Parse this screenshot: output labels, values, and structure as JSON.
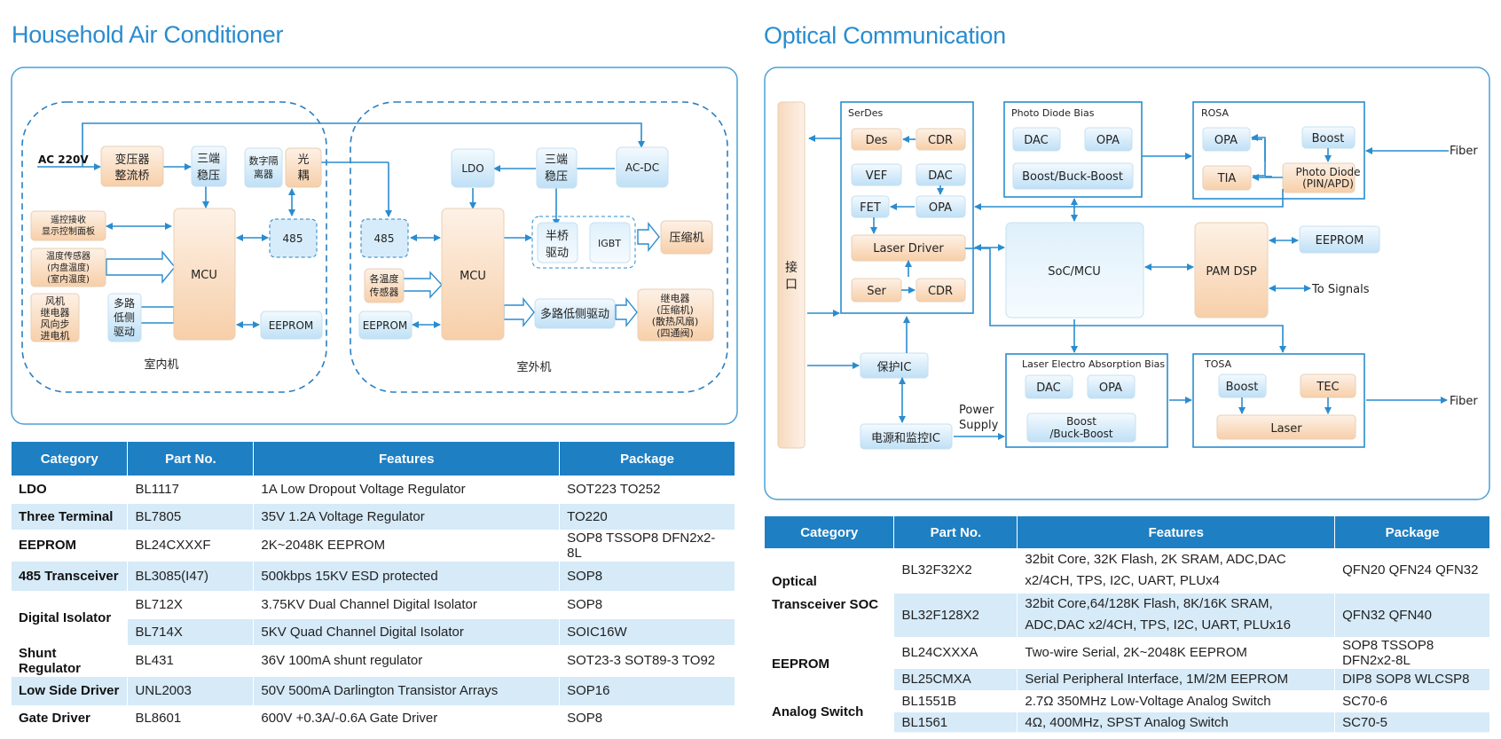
{
  "left_title": "Household Air Conditioner",
  "right_title": "Optical Communication",
  "ac": {
    "ac220": "AC 220V",
    "transformer": [
      "变压器",
      "整流桥"
    ],
    "reg3_l": [
      "三端",
      "稳压"
    ],
    "digiso": [
      "数字隔",
      "离器"
    ],
    "opto": [
      "光",
      "耦"
    ],
    "remote": [
      "遥控接收",
      "显示控制面板"
    ],
    "temp": [
      "温度传感器",
      "(内盘温度)",
      "(室内温度)"
    ],
    "fan": [
      "风机",
      "继电器",
      "风向步",
      "进电机"
    ],
    "multi_l": [
      "多路",
      "低侧",
      "驱动"
    ],
    "mcu_l": "MCU",
    "r485_l": "485",
    "eeprom_l": "EEPROM",
    "indoor": "室内机",
    "ldo": "LDO",
    "reg3_r": [
      "三端",
      "稳压"
    ],
    "acdc": "AC-DC",
    "r485_r": "485",
    "mcu_r": "MCU",
    "half": [
      "半桥",
      "驱动"
    ],
    "igbt": "IGBT",
    "compressor": "压缩机",
    "sensors": [
      "各温度",
      "传感器"
    ],
    "eeprom_r": "EEPROM",
    "multi_r": "多路低侧驱动",
    "relay": [
      "继电器",
      "(压缩机)",
      "(散热风扇)",
      "(四通阀)"
    ],
    "outdoor": "室外机"
  },
  "oc": {
    "iface": [
      "接",
      "口"
    ],
    "serdes": "SerDes",
    "des": "Des",
    "cdr1": "CDR",
    "vef": "VEF",
    "dac1": "DAC",
    "fet": "FET",
    "opa1": "OPA",
    "ld": "Laser Driver",
    "ser": "Ser",
    "cdr2": "CDR",
    "pdb": "Photo Diode Bias",
    "dac2": "DAC",
    "opa2": "OPA",
    "bb1": "Boost/Buck-Boost",
    "rosa": "ROSA",
    "opa3": "OPA",
    "boost1": "Boost",
    "tia": "TIA",
    "pd": [
      "Photo Diode",
      "(PIN/APD)"
    ],
    "fiber1": "Fiber",
    "soc": "SoC/MCU",
    "pam": "PAM DSP",
    "eeprom": "EEPROM",
    "tosig": "To Signals",
    "prot": "保护IC",
    "pwr": "电源和监控IC",
    "ps": [
      "Power",
      "Supply"
    ],
    "leab": "Laser Electro Absorption Bias",
    "dac3": "DAC",
    "opa4": "OPA",
    "bb2": [
      "Boost",
      "/Buck-Boost"
    ],
    "tosa": "TOSA",
    "boost2": "Boost",
    "tec": "TEC",
    "laser": "Laser",
    "fiber2": "Fiber"
  },
  "left_table": {
    "headers": [
      "Category",
      "Part No.",
      "Features",
      "Package"
    ],
    "rows": [
      {
        "cat": "LDO",
        "part": "BL1117",
        "feat": "1A Low Dropout Voltage Regulator",
        "pkg": "SOT223 TO252"
      },
      {
        "cat": "Three Terminal",
        "part": "BL7805",
        "feat": "35V 1.2A Voltage Regulator",
        "pkg": "TO220"
      },
      {
        "cat": "EEPROM",
        "part": "BL24CXXXF",
        "feat": "2K~2048K EEPROM",
        "pkg": "SOP8 TSSOP8 DFN2x2-8L"
      },
      {
        "cat": "485 Transceiver",
        "part": "BL3085(I47)",
        "feat": "500kbps 15KV ESD protected",
        "pkg": "SOP8"
      },
      {
        "cat": "Digital Isolator",
        "part": "BL712X",
        "feat": "3.75KV Dual Channel Digital Isolator",
        "pkg": "SOP8"
      },
      {
        "cat": "",
        "part": "BL714X",
        "feat": "5KV Quad Channel Digital Isolator",
        "pkg": "SOIC16W"
      },
      {
        "cat": "Shunt Regulator",
        "part": "BL431",
        "feat": "36V 100mA shunt regulator",
        "pkg": "SOT23-3 SOT89-3 TO92"
      },
      {
        "cat": "Low Side Driver",
        "part": "UNL2003",
        "feat": "50V 500mA Darlington Transistor Arrays",
        "pkg": "SOP16"
      },
      {
        "cat": "Gate Driver",
        "part": "BL8601",
        "feat": "600V +0.3A/-0.6A Gate Driver",
        "pkg": "SOP8"
      }
    ]
  },
  "right_table": {
    "headers": [
      "Category",
      "Part No.",
      "Features",
      "Package"
    ],
    "rows": [
      {
        "cat": "Optical Transceiver SOC",
        "part": "BL32F32X2",
        "feat": "32bit Core, 32K Flash, 2K SRAM,  ADC,DAC x2/4CH, TPS, I2C, UART, PLUx4",
        "pkg": "QFN20 QFN24 QFN32"
      },
      {
        "cat": "",
        "part": "BL32F128X2",
        "feat": "32bit Core,64/128K Flash, 8K/16K SRAM, ADC,DAC x2/4CH, TPS, I2C, UART, PLUx16",
        "pkg": "QFN32 QFN40"
      },
      {
        "cat": "EEPROM",
        "part": "BL24CXXXA",
        "feat": "Two-wire Serial, 2K~2048K EEPROM",
        "pkg": "SOP8 TSSOP8 DFN2x2-8L"
      },
      {
        "cat": "",
        "part": "BL25CMXA",
        "feat": "Serial Peripheral Interface, 1M/2M EEPROM",
        "pkg": "DIP8 SOP8 WLCSP8"
      },
      {
        "cat": "Analog Switch",
        "part": "BL1551B",
        "feat": "2.7Ω 350MHz Low-Voltage Analog Switch",
        "pkg": "SC70-6"
      },
      {
        "cat": "",
        "part": "BL1561",
        "feat": "4Ω, 400MHz, SPST Analog Switch",
        "pkg": "SC70-5"
      }
    ]
  }
}
